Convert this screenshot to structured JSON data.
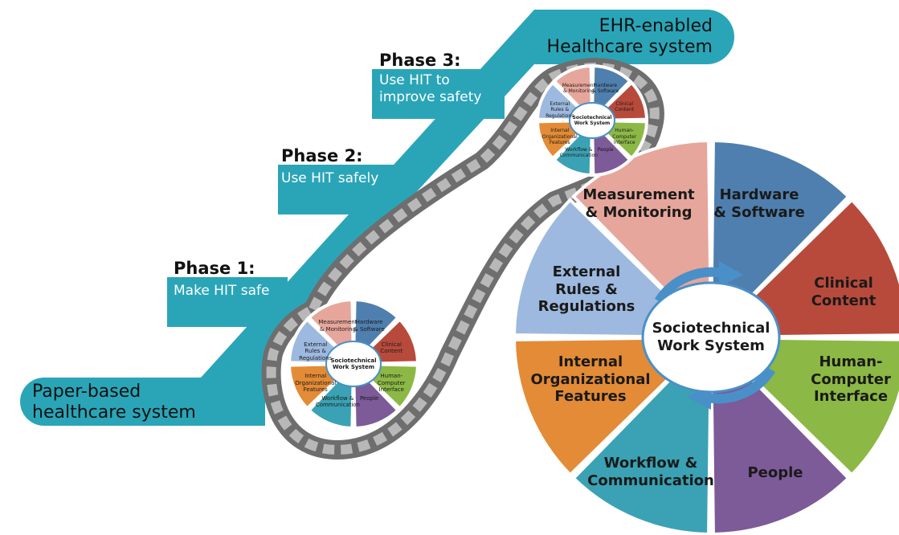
{
  "colors": {
    "teal": "#2aa5b8",
    "hardware": "#4f7fae",
    "clinical": "#b84a3c",
    "hci": "#8cb845",
    "people": "#7d5a98",
    "workflow": "#3aa2b4",
    "internal": "#e38b36",
    "external": "#9db9df",
    "measurement": "#e7a69b",
    "chain": "#7b7b7b"
  },
  "start": {
    "label": "Paper-based\nhealthcare system"
  },
  "end": {
    "label": "EHR-enabled\nHealthcare system"
  },
  "phases": [
    {
      "title": "Phase 1:",
      "description": "Make HIT safe"
    },
    {
      "title": "Phase 2:",
      "description": "Use HIT safely"
    },
    {
      "title": "Phase 3:",
      "description": "Use HIT to\nimprove safety"
    }
  ],
  "wheel": {
    "center_label": "Sociotechnical\nWork System",
    "segments": [
      {
        "label": "Hardware\n& Software",
        "color": "#4f7fae"
      },
      {
        "label": "Clinical\nContent",
        "color": "#b84a3c"
      },
      {
        "label": "Human-\nComputer\nInterface",
        "color": "#8cb845"
      },
      {
        "label": "People",
        "color": "#7d5a98"
      },
      {
        "label": "Workflow &\nCommunication",
        "color": "#3aa2b4"
      },
      {
        "label": "Internal\nOrganizational\nFeatures",
        "color": "#e38b36"
      },
      {
        "label": "External\nRules &\nRegulations",
        "color": "#9db9df"
      },
      {
        "label": "Measurement\n& Monitoring",
        "color": "#e7a69b"
      }
    ]
  }
}
